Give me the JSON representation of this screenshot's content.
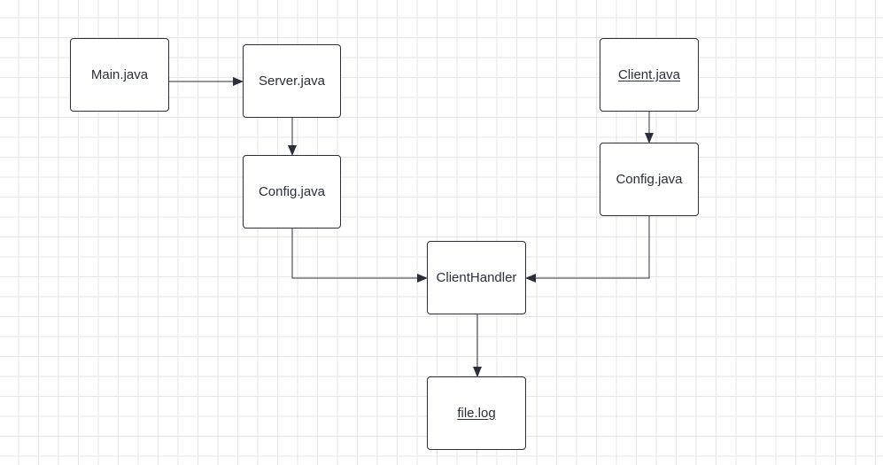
{
  "diagram": {
    "nodes": [
      {
        "id": "main",
        "label": "Main.java",
        "link": false
      },
      {
        "id": "server",
        "label": "Server.java",
        "link": false
      },
      {
        "id": "config_server",
        "label": "Config.java",
        "link": false
      },
      {
        "id": "client",
        "label": "Client.java",
        "link": true
      },
      {
        "id": "config_client",
        "label": "Config.java",
        "link": false
      },
      {
        "id": "client_handler",
        "label": "ClientHandler",
        "link": false
      },
      {
        "id": "file_log",
        "label": "file.log",
        "link": true
      }
    ],
    "edges": [
      {
        "from": "main",
        "to": "server"
      },
      {
        "from": "server",
        "to": "config_server"
      },
      {
        "from": "client",
        "to": "config_client"
      },
      {
        "from": "config_server",
        "to": "client_handler"
      },
      {
        "from": "config_client",
        "to": "client_handler"
      },
      {
        "from": "client_handler",
        "to": "file_log"
      }
    ],
    "colors": {
      "stroke": "#2b2f3a",
      "grid": "#e6e6e6",
      "background": "#ffffff"
    }
  }
}
